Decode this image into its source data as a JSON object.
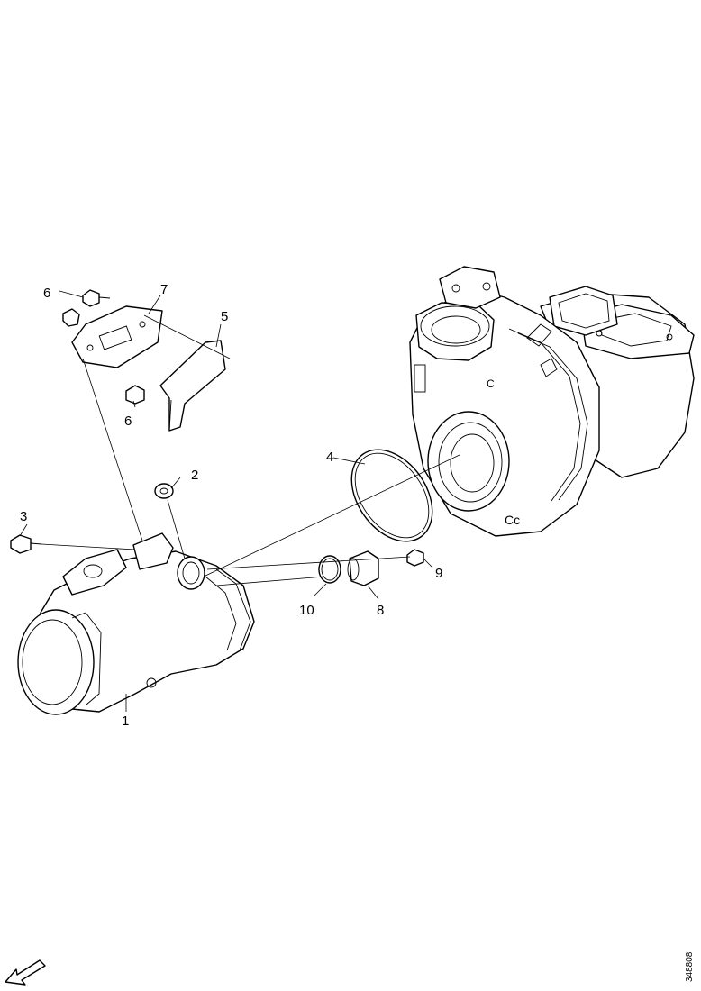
{
  "figure_id": "348808",
  "callouts": [
    {
      "id": "1",
      "part": "intake-pipe"
    },
    {
      "id": "2",
      "part": "washer"
    },
    {
      "id": "3",
      "part": "bolt"
    },
    {
      "id": "4",
      "part": "o-ring-large"
    },
    {
      "id": "5",
      "part": "bracket"
    },
    {
      "id": "6",
      "part": "bolt"
    },
    {
      "id": "6",
      "part": "bolt"
    },
    {
      "id": "7",
      "part": "gasket-flange"
    },
    {
      "id": "8",
      "part": "cap"
    },
    {
      "id": "9",
      "part": "nut"
    },
    {
      "id": "10",
      "part": "o-ring-small"
    }
  ],
  "icons": {
    "direction": "arrow-icon"
  },
  "colors": {
    "line": "#000000",
    "background": "#ffffff"
  }
}
